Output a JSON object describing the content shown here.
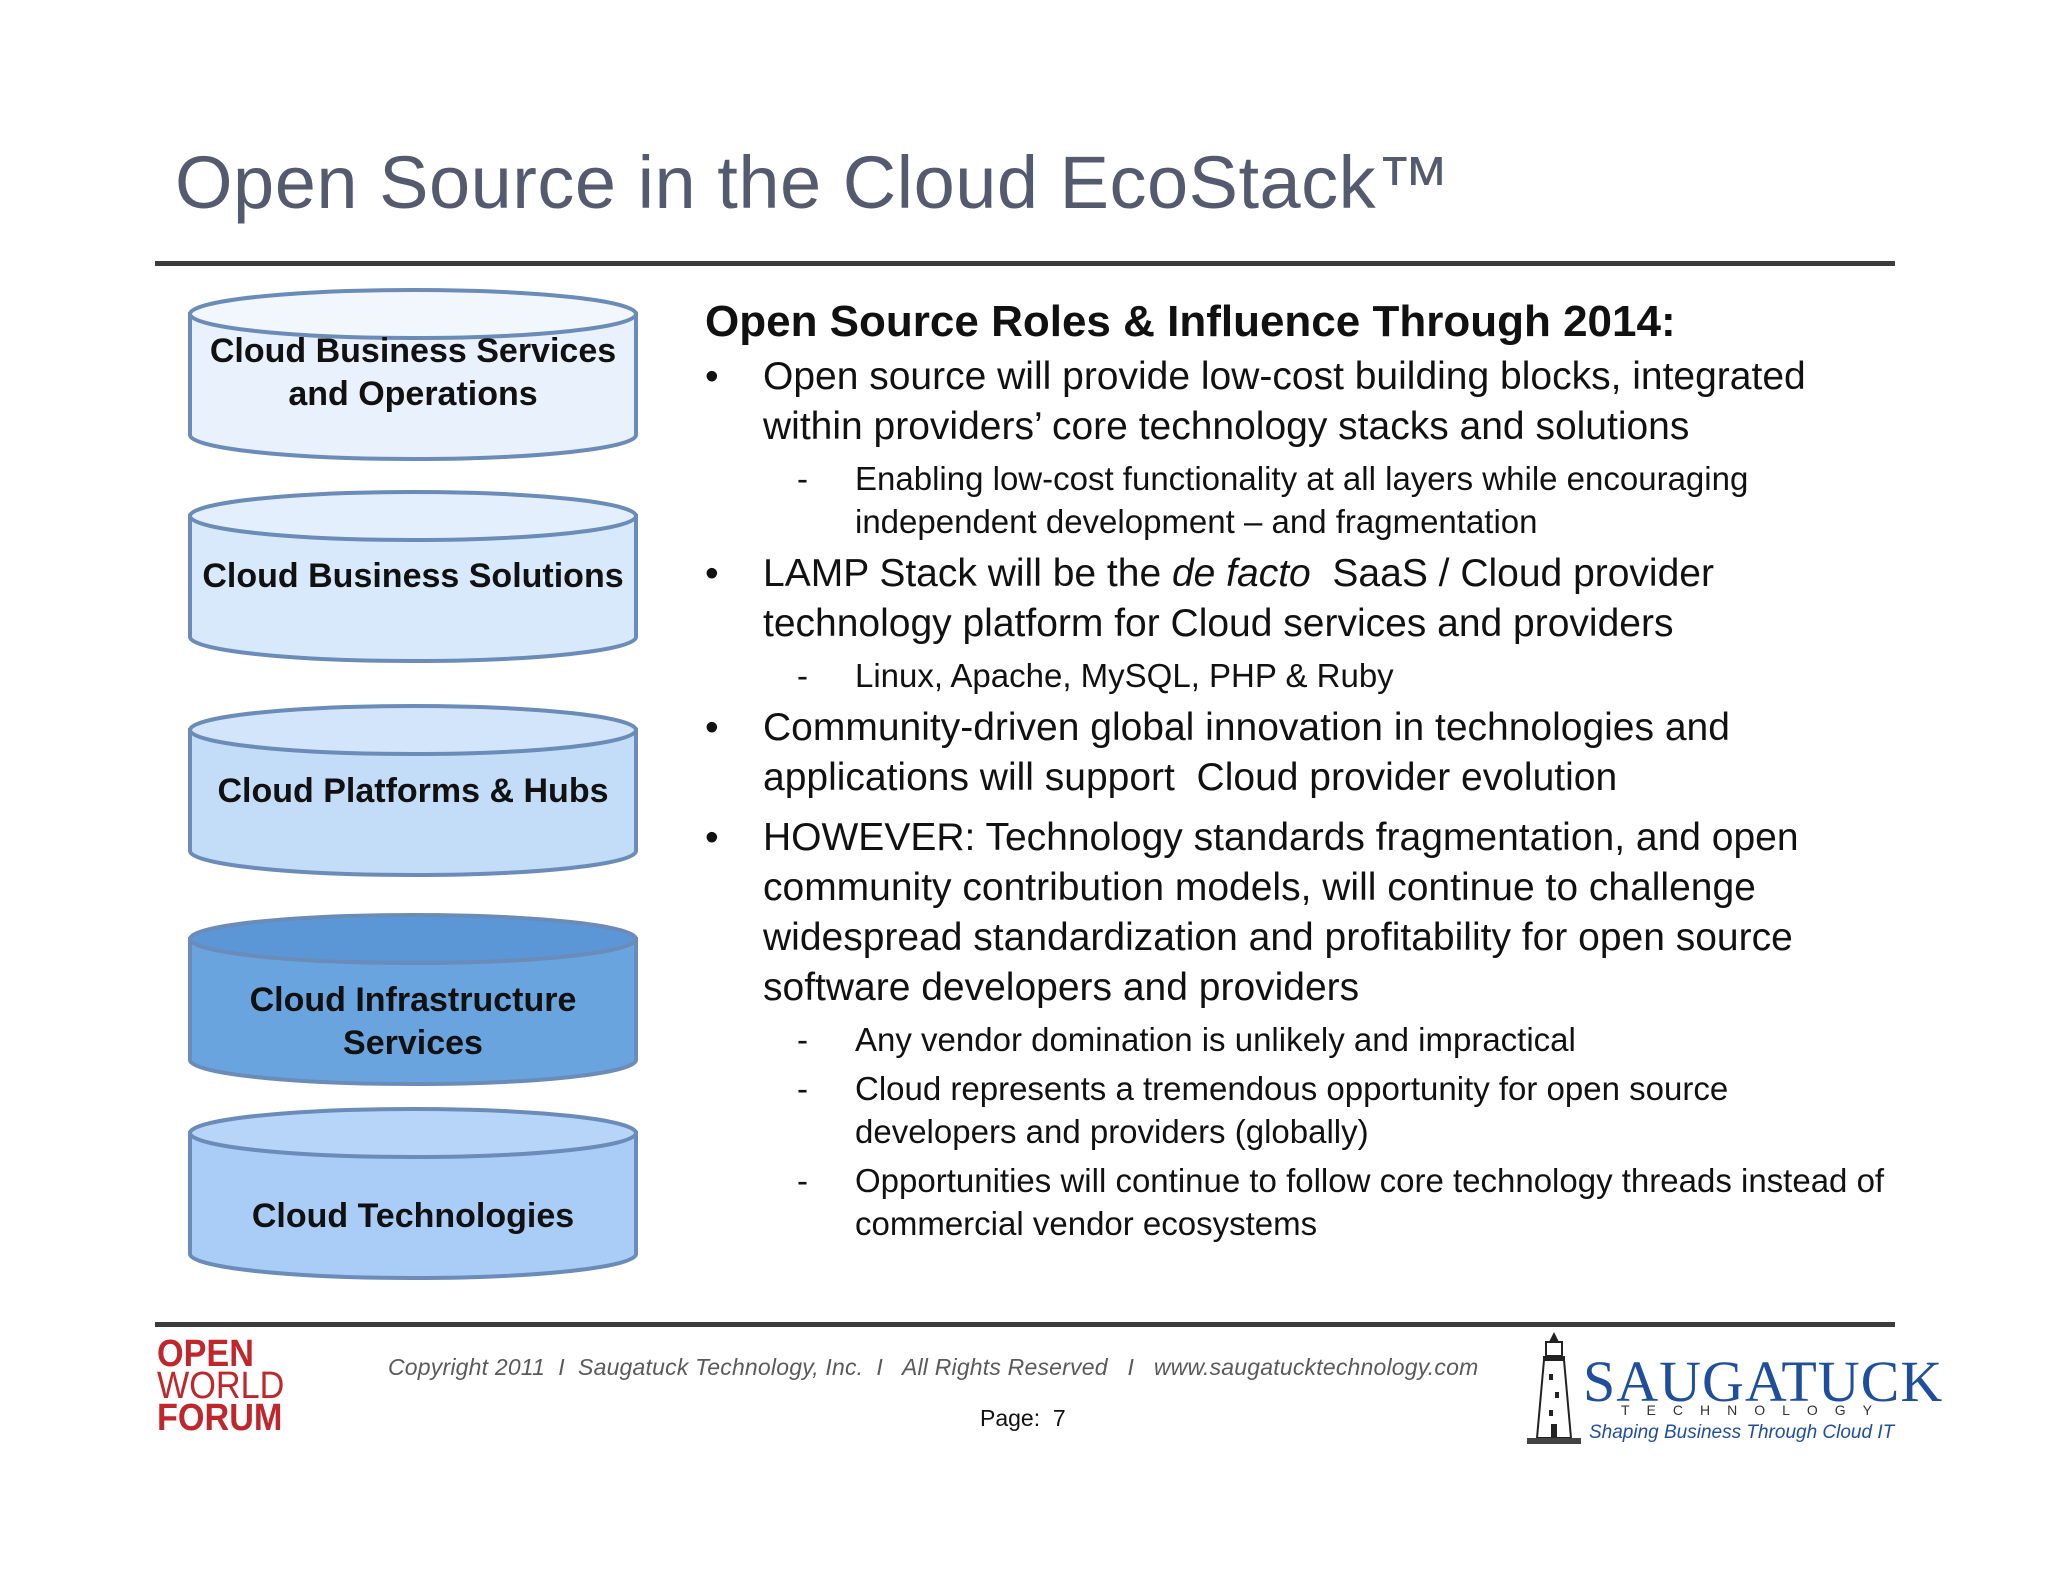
{
  "slide": {
    "title": "Open Source in the Cloud EcoStack™"
  },
  "stack": {
    "layers": [
      {
        "label": "Cloud Business Services and Operations",
        "fill": "#e8f1fc"
      },
      {
        "label": "Cloud Business Solutions",
        "fill": "#d8e9fb"
      },
      {
        "label": "Cloud Platforms & Hubs",
        "fill": "#c3dcf7"
      },
      {
        "label": "Cloud Infrastructure Services",
        "fill": "#6aa4df"
      },
      {
        "label": "Cloud Technologies",
        "fill": "#a9cdf6"
      }
    ],
    "border_color": "#6b8bb8"
  },
  "content": {
    "heading": "Open Source Roles & Influence Through 2014:",
    "bullet1": "Open source will provide low-cost building blocks, integrated within providers’ core technology stacks and solutions",
    "bullet1_sub1": "Enabling low-cost functionality at all layers while encouraging independent development – and fragmentation",
    "bullet2_pre": "LAMP Stack will be the ",
    "bullet2_em": "de facto",
    "bullet2_post": "  SaaS / Cloud provider technology platform for Cloud services and providers",
    "bullet2_sub1": "Linux, Apache, MySQL, PHP & Ruby",
    "bullet3": "Community-driven global innovation in technologies and applications will support  Cloud provider evolution",
    "bullet4": "HOWEVER: Technology standards fragmentation, and open community contribution models, will continue to challenge widespread standardization and profitability for open source software developers and providers",
    "bullet4_sub1": "Any vendor domination is unlikely and impractical",
    "bullet4_sub2": "Cloud represents a tremendous opportunity for open source developers and providers (globally)",
    "bullet4_sub3": "Opportunities will continue to follow core technology threads instead of commercial vendor ecosystems",
    "bullet_symbol": "•",
    "dash_symbol": "-"
  },
  "footer": {
    "owf_line1": "OPEN",
    "owf_line2": "WORLD",
    "owf_line3": "FORUM",
    "copyright": "Copyright 2011  I  Saugatuck Technology, Inc.  I   All Rights Reserved   I   www.saugatucktechnology.com",
    "page": "Page:  7",
    "saugatuck_word": "SAUGATUCK",
    "saugatuck_sub": "TECHNOLOGY",
    "saugatuck_tagline": "Shaping Business Through Cloud IT",
    "brand_color": "#c0272d",
    "logo_color": "#1f4e9c"
  }
}
